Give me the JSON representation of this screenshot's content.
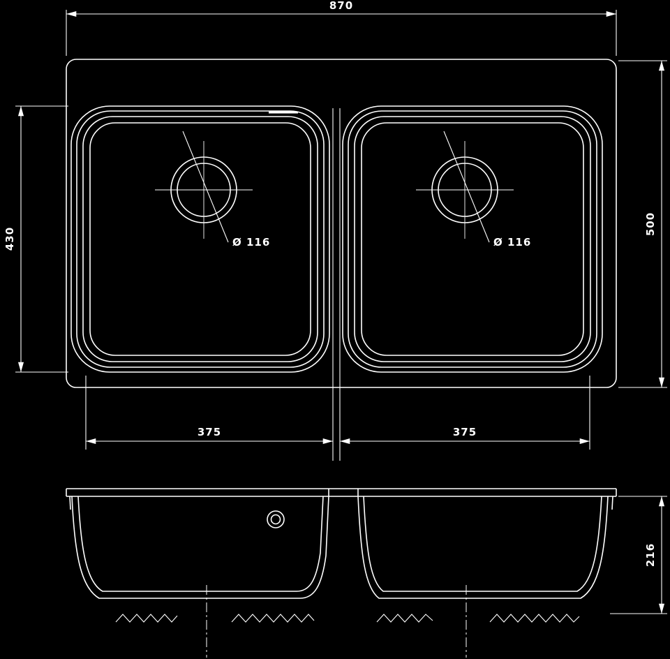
{
  "meta": {
    "description": "Technical engineering drawing of a double-bowl kitchen sink: plan view with two drain holes and front elevation view, with dimension annotations",
    "colors": {
      "background": "#000000",
      "line": "#ffffff"
    }
  },
  "plan_view": {
    "dim_overall_width": "870",
    "dim_overall_depth": "500",
    "dim_bowl_depth": "430",
    "dim_left_bowl_width": "375",
    "dim_right_bowl_width": "375",
    "label_left_drain": "Ø 116",
    "label_right_drain": "Ø 116"
  },
  "front_view": {
    "dim_bowl_height": "216"
  }
}
